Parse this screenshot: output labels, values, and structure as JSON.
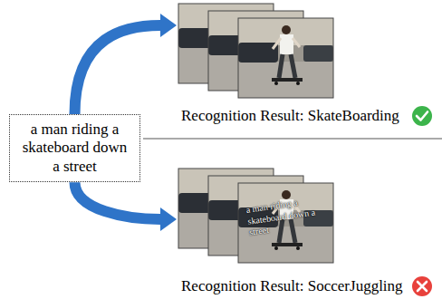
{
  "diagram": {
    "nodes": [
      {
        "text": [
          "a man riding a skateboard down a street"
        ]
      },
      {
        "text": [
          "Recognition Result: SkateBoarding"
        ]
      },
      {
        "text": [
          "a man riding a skateboard down a street",
          "Recognition Result: SoccerJuggling"
        ]
      }
    ],
    "edges": [
      {
        "from": 0,
        "to": 1,
        "arrow": "to"
      },
      {
        "from": 0,
        "to": 2,
        "arrow": "to"
      }
    ]
  }
}
